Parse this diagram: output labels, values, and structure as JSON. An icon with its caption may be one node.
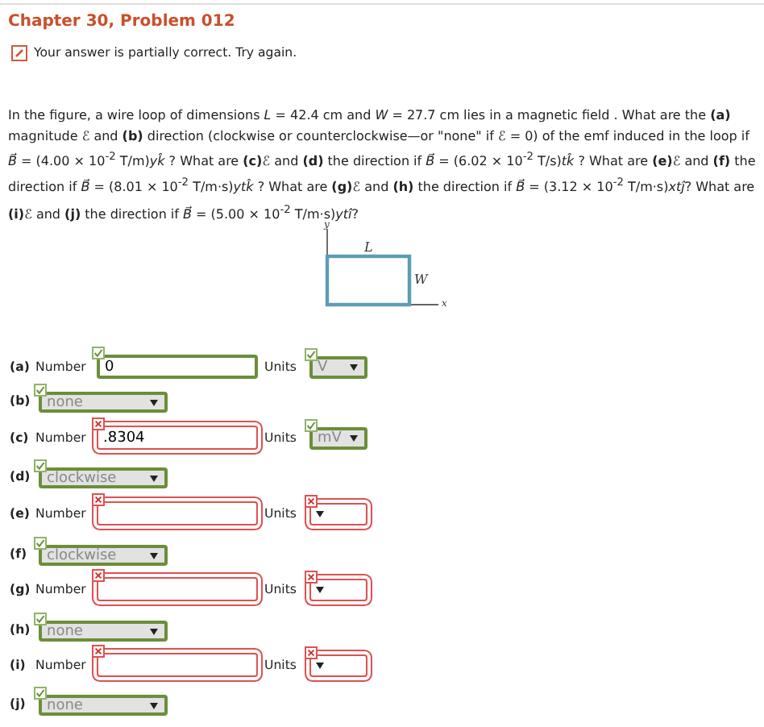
{
  "diagram": {
    "title": "Chapter 30, Problem 012",
    "labels": [
      "Your answer is partially correct.  Try again.",
      "In the figure, a wire loop of dimensions *L* = 42.4 cm and *W* = 27.7 cm lies in a magnetic field . What are the **(a)** magnitude ℰ and **(b)** direction (clockwise or counterclockwise—or \"none\" if ℰ = 0) of the emf induced in the loop if *B⃗* = (4.00 × 10$^{-2}$ T/m)*yk̂* ? What are **(c)**ℰ and **(d)** the direction if *B⃗* = (6.02 × 10$^{-2}$ T/s)*tk̂* ? What are **(e)**ℰ and **(f)** the direction if *B⃗* = (8.01 × 10$^{-2}$ T/m·s)*ytk̂* ? What are **(g)**ℰ and **(h)** the direction if *B⃗* = (3.12 × 10$^{-2}$ T/m·s)*xtĵ*? What are **(i)**ℰ and **(j)** the direction if *B⃗* = (5.00 × 10$^{-2}$ T/m·s)*ytî*?",
      "y",
      "L",
      "W",
      "x",
      "(a)",
      "Number",
      "0",
      "Units",
      "V",
      "(b)",
      "none",
      "(c)",
      "Number",
      ".8304",
      "Units",
      "mV",
      "(d)",
      "clockwise",
      "(e)",
      "Number",
      "Units",
      "(f)",
      "clockwise",
      "(g)",
      "Number",
      "Units",
      "(h)",
      "none",
      "(i)",
      "Number",
      "Units",
      "(j)",
      "none"
    ]
  }
}
